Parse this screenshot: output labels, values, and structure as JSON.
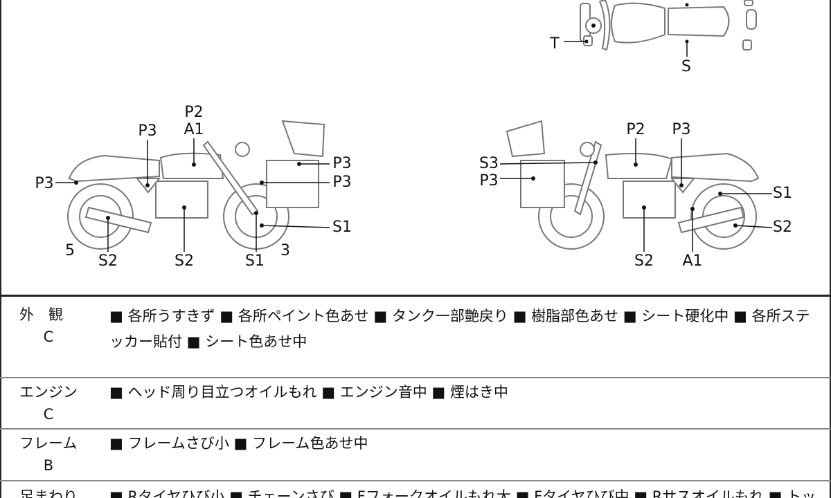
{
  "diagram": {
    "top_view_labels": [
      "T",
      "S"
    ],
    "left_view_labels": [
      "P2",
      "A1",
      "P3",
      "P3",
      "P3",
      "P3",
      "S1",
      "5",
      "S2",
      "S2",
      "S1",
      "3"
    ],
    "right_view_labels": [
      "S3",
      "P3",
      "P2",
      "P3",
      "S1",
      "S2",
      "S2",
      "A1"
    ]
  },
  "rows": [
    {
      "category": "外　観",
      "grade": "C",
      "items": "■ 各所うすきず ■ 各所ペイント色あせ ■ タンク一部艶戻り ■ 樹脂部色あせ ■ シート硬化中 ■ 各所ステッカー貼付 ■ シート色あせ中"
    },
    {
      "category": "エンジン",
      "grade": "C",
      "items": "■ ヘッド周り目立つオイルもれ ■ エンジン音中 ■ 煙はき中"
    },
    {
      "category": "フレーム",
      "grade": "B",
      "items": "■ フレームさび小 ■ フレーム色あせ中"
    },
    {
      "category": "足まわり",
      "grade": "",
      "items": "■ Rタイヤひび小 ■ チェーンさび ■ Fフォークオイルもれ大 ■ Fタイヤひび中 ■ Rサスオイルもれ ■ トッ"
    }
  ]
}
